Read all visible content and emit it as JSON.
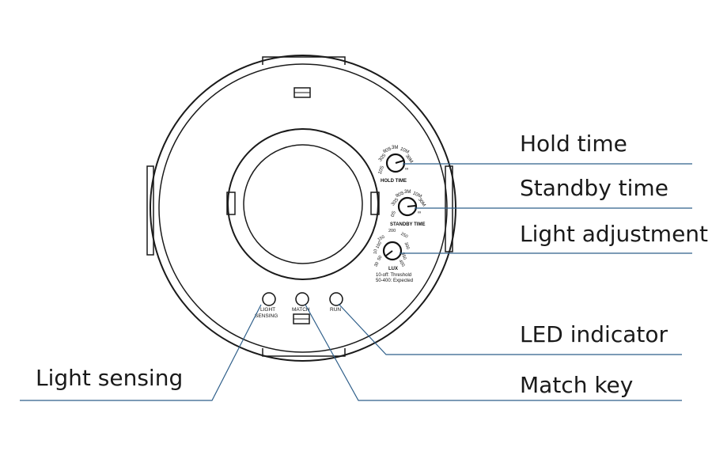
{
  "callouts": {
    "hold_time": "Hold time",
    "standby_time": "Standby time",
    "light_adjustment": "Light adjustment",
    "led_indicator": "LED indicator",
    "match_key": "Match key",
    "light_sensing": "Light sensing"
  },
  "dials": {
    "hold": {
      "title": "HOLD TIME",
      "marks": [
        "10S",
        "30S",
        "90S",
        "3M",
        "10M",
        "30M",
        "∞"
      ]
    },
    "standby": {
      "title": "STANDBY TIME",
      "marks": [
        "0S",
        "30S",
        "90S",
        "3M",
        "10M",
        "30M",
        "∞"
      ]
    },
    "lux": {
      "title": "LUX",
      "marks": [
        "30",
        "50",
        "10",
        "100",
        "150",
        "200",
        "250",
        "300",
        "350",
        "400"
      ],
      "note_1": "10-off: Threshold",
      "note_2": "50-400: Expected"
    }
  },
  "buttons": {
    "light_sensing_line1": "LIGHT",
    "light_sensing_line2": "SENSING",
    "match": "MATCH",
    "run": "RUN"
  },
  "colors": {
    "leader_line": "#2f5f8a",
    "outline": "#1a1a1a"
  }
}
